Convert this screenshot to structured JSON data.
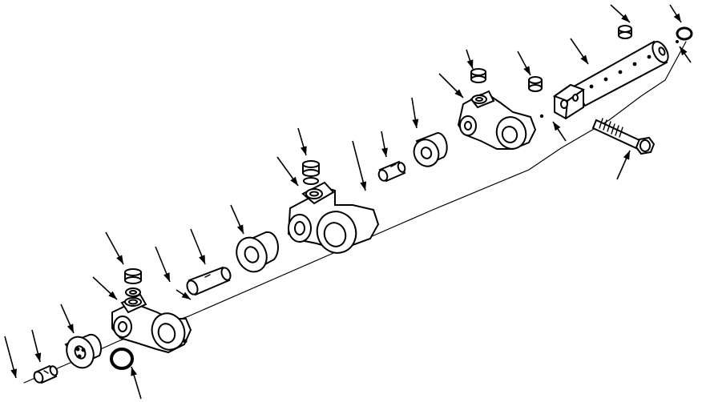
{
  "diagram": {
    "kind": "exploded-parts-view",
    "colors": {
      "ink": "#000000",
      "paper": "#ffffff"
    },
    "parts": [
      {
        "name": "pin-small-left"
      },
      {
        "name": "spacer-left"
      },
      {
        "name": "snap-ring-left"
      },
      {
        "name": "rocker-arm-left"
      },
      {
        "name": "fitting-left"
      },
      {
        "name": "nut-left"
      },
      {
        "name": "pin-center-left"
      },
      {
        "name": "spacer-center-left"
      },
      {
        "name": "rocker-arm-center"
      },
      {
        "name": "fitting-center"
      },
      {
        "name": "pin-center-right"
      },
      {
        "name": "spacer-center-right"
      },
      {
        "name": "rocker-arm-right"
      },
      {
        "name": "fitting-right"
      },
      {
        "name": "rocker-shaft"
      },
      {
        "name": "shaft-support"
      },
      {
        "name": "plug-support"
      },
      {
        "name": "plug-shaft-end"
      },
      {
        "name": "snap-ring-right"
      },
      {
        "name": "bolt"
      }
    ],
    "callout_count": 24
  }
}
